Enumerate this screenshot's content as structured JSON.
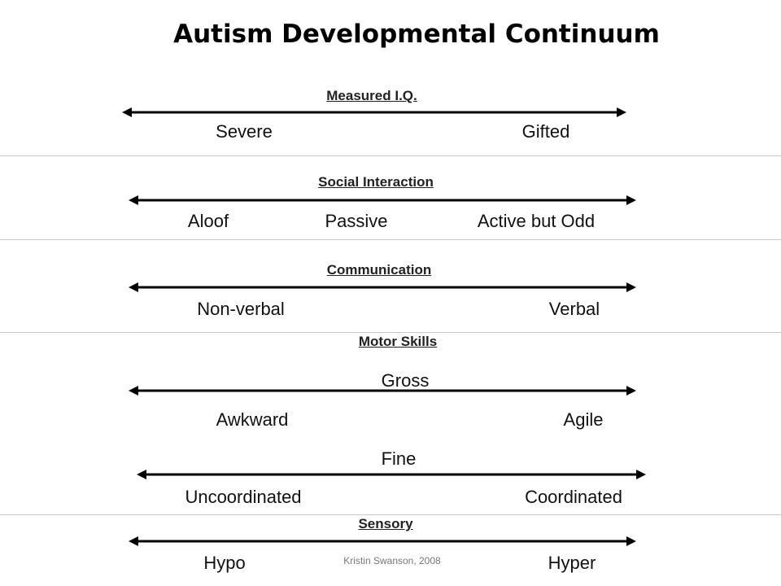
{
  "title": "Autism Developmental Continuum",
  "sections": [
    {
      "heading": "Measured I.Q.",
      "labels": [
        "Severe",
        "Gifted"
      ]
    },
    {
      "heading": "Social Interaction",
      "labels": [
        "Aloof",
        "Passive",
        "Active but Odd"
      ]
    },
    {
      "heading": "Communication",
      "labels": [
        "Non-verbal",
        "Verbal"
      ]
    },
    {
      "heading": "Motor Skills",
      "gross": {
        "label": "Gross",
        "labels": [
          "Awkward",
          "Agile"
        ]
      },
      "fine": {
        "label": "Fine",
        "labels": [
          "Uncoordinated",
          "Coordinated"
        ]
      }
    },
    {
      "heading": "Sensory",
      "labels": [
        "Hypo",
        "Hyper"
      ]
    }
  ],
  "footer": "Kristin Swanson, 2008"
}
